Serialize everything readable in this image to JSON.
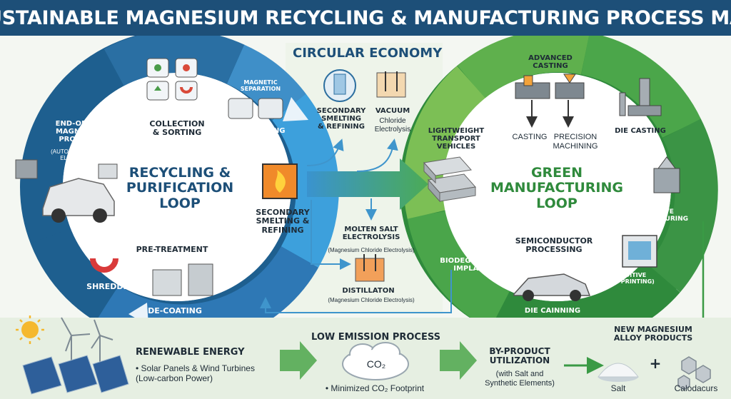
{
  "title": "SUSTAINABLE MAGNESIUM RECYCLING & MANUFACTURING PROCESS MAP",
  "center": {
    "label": "CIRCULAR ECONOMY",
    "secondary_smelting": "SECONDARY\nSMELTING\n& REFINING",
    "vacuum_title": "VACUUM",
    "vacuum_sub": "Chloride\nElectrolysis",
    "molten_title": "MOLTEN SALT\nELECTROLYSIS",
    "molten_sub": "(Magnesium Chloride Electrolysis)",
    "distill_title": "DISTILLATON",
    "distill_sub": "(Magnesium Chloride Electrolysis)"
  },
  "recycling_loop": {
    "title": "RECYCLING &\nPURIFICATION\nLOOP",
    "collection": "COLLECTION\n& SORTING",
    "magnetic": "MAGNETIC\nSEPARATION",
    "shredding_top": "SHREDDING",
    "end_of_life_title": "END-OF-LIFE\nMAGNESIUM\nPRODUCTS",
    "end_of_life_sub": "(AUTOMOTIVE PARTS,\nELECTRONICS)",
    "secondary_smelting": "SECONDARY\nSMELTING &\nREFINING",
    "pretreatment": "PRE-TREATMENT",
    "shredding_bottom": "SHREDDING",
    "decoating": "DE-COATING"
  },
  "manufacturing_loop": {
    "title": "GREEN\nMANUFACTURING\nLOOP",
    "advanced_casting": "ADVANCED\nCASTING",
    "casting": "CASTING",
    "precision": "PRECISION\nMACHINING",
    "die_casting": "DIE CASTING",
    "lightweight": "LIGHTWEIGHT\nTRANSPORT\nVEHICLES",
    "additive_mfg": "ADDITIVE\nMANUFACTURING",
    "semiconductor": "SEMICONDUCTOR\nPROCESSING",
    "biodegradable": "BIODEGRADABLE\nIMPLANTS",
    "additive_3d": "ADDITIVE\n(3D PRINTING)",
    "die_canning": "DIE CAINNING"
  },
  "bottom": {
    "renewable_title": "RENEWABLE ENERGY",
    "renewable_sub": "• Solar Panels & Wind Turbines\n(Low-carbon Power)",
    "low_emission_title": "LOW EMISSION PROCESS",
    "co2_label": "CO₂",
    "low_emission_sub": "• Minimized CO₂ Footprint",
    "byproduct_title": "BY-PRODUCT\nUTILIZATION",
    "byproduct_sub": "(with Salt and\nSynthetic Elements)",
    "new_alloy": "NEW MAGNESIUM\nALLOY PRODUCTS",
    "plus": "+",
    "salt": "Salt",
    "calodacurs": "Calodacurs"
  },
  "colors": {
    "banner": "#1d4f78",
    "blue_dark": "#1e5f8f",
    "blue_mid": "#2e78b5",
    "blue_light": "#3f9bd6",
    "green_dark": "#2f8a3c",
    "green_mid": "#4ba64a",
    "green_light": "#7cbf55",
    "arrow": "#4a9ed0"
  }
}
